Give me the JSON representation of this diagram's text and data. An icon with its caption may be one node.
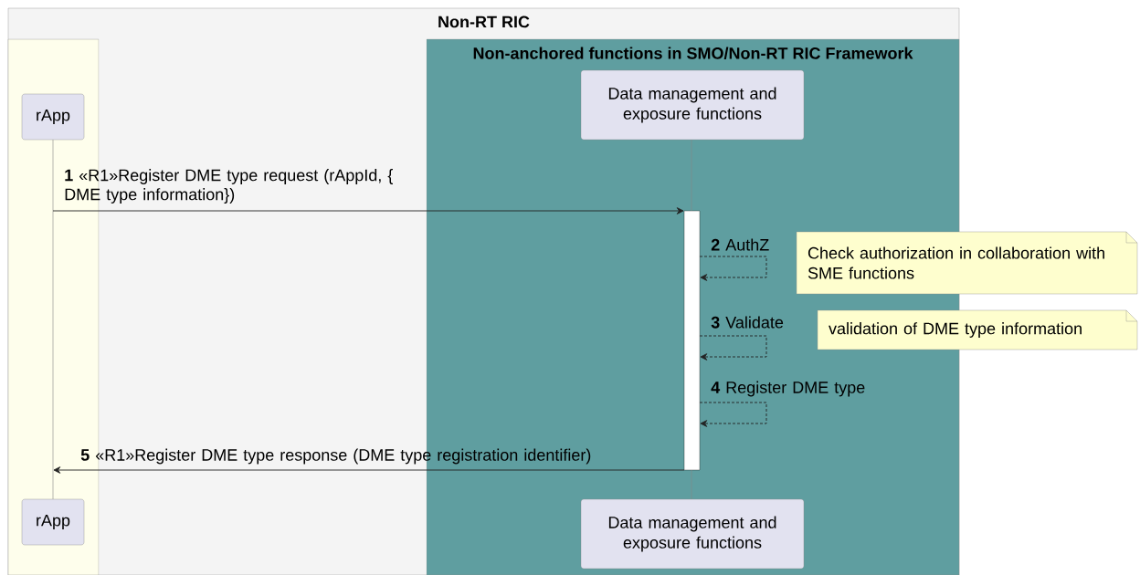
{
  "diagram": {
    "nodes": [
      {
        "text": [
          "Non-RT RIC"
        ]
      },
      {
        "text": [],
        "shape": "box",
        "in": 0
      },
      {
        "text": [
          "Non-anchored functions in SMO/Non-RT RIC Framework"
        ],
        "in": 0
      },
      {
        "text": [
          "rApp"
        ],
        "in": 1
      },
      {
        "text": [
          "Data management and exposure functions"
        ],
        "in": 2
      },
      {
        "text": [],
        "shape": "bar",
        "in": 2
      },
      {
        "text": [
          "Check authorization in collaboration with SME functions"
        ]
      },
      {
        "text": [
          "validation of DME type information"
        ]
      },
      {
        "text": [
          "rApp"
        ],
        "in": 1
      },
      {
        "text": [
          "Data management and exposure functions"
        ],
        "in": 2
      }
    ],
    "edges": [
      {
        "from": 3,
        "to": 8,
        "arrow": "none",
        "color": "#888888"
      },
      {
        "from": 4,
        "to": 5,
        "arrow": "none",
        "color": "#888888"
      },
      {
        "from": 5,
        "to": 9,
        "arrow": "none",
        "color": "#888888"
      },
      {
        "from": null,
        "to": 5,
        "arrow": "to",
        "label": "**1** «R1»Register DME type request (rAppId, { DME type information})"
      },
      {
        "from": 5,
        "to": 5,
        "arrow": "to",
        "style": "dashed",
        "label": "**2** AuthZ"
      },
      {
        "from": 5,
        "to": 5,
        "arrow": "to",
        "style": "dashed",
        "label": "**3** Validate"
      },
      {
        "from": 5,
        "to": 5,
        "arrow": "to",
        "style": "dashed",
        "label": "**4** Register DME type"
      },
      {
        "from": 5,
        "to": null,
        "arrow": "to",
        "label": "**5** «R1»Register DME type response (DME type registration identifier)"
      }
    ]
  }
}
